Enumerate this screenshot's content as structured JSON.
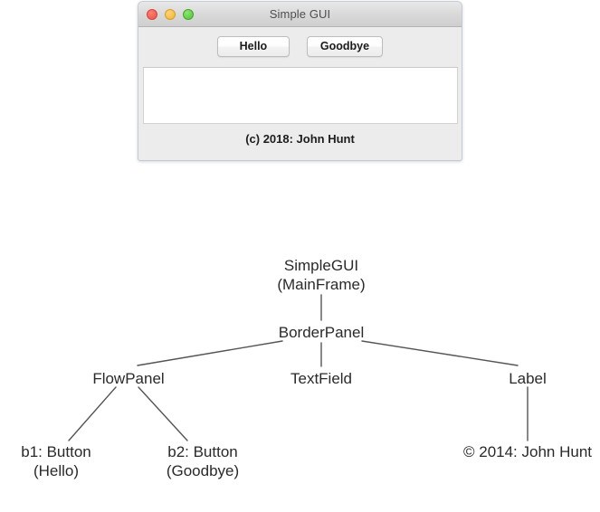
{
  "window": {
    "title": "Simple GUI",
    "traffic_lights": [
      {
        "name": "close",
        "color": "#ea5245"
      },
      {
        "name": "minimize",
        "color": "#f1b431"
      },
      {
        "name": "maximize",
        "color": "#4fc42c"
      }
    ],
    "buttons": [
      {
        "label": "Hello"
      },
      {
        "label": "Goodbye"
      }
    ],
    "text_field": {
      "value": "",
      "placeholder": ""
    },
    "footer_label": "(c) 2018: John Hunt"
  },
  "diagram": {
    "nodes": {
      "root": {
        "line1": "SimpleGUI",
        "line2": "(MainFrame)"
      },
      "border": {
        "line1": "BorderPanel"
      },
      "flow": {
        "line1": "FlowPanel"
      },
      "textfield": {
        "line1": "TextField"
      },
      "label": {
        "line1": "Label"
      },
      "b1": {
        "line1": "b1: Button",
        "line2": "(Hello)"
      },
      "b2": {
        "line1": "b2: Button",
        "line2": "(Goodbye)"
      },
      "copyright": {
        "line1": "© 2014: John Hunt"
      }
    },
    "edges": [
      {
        "from": "root",
        "to": "border"
      },
      {
        "from": "border",
        "to": "flow"
      },
      {
        "from": "border",
        "to": "textfield"
      },
      {
        "from": "border",
        "to": "label"
      },
      {
        "from": "flow",
        "to": "b1"
      },
      {
        "from": "flow",
        "to": "b2"
      },
      {
        "from": "label",
        "to": "copyright"
      }
    ],
    "line_color": "#555555"
  }
}
